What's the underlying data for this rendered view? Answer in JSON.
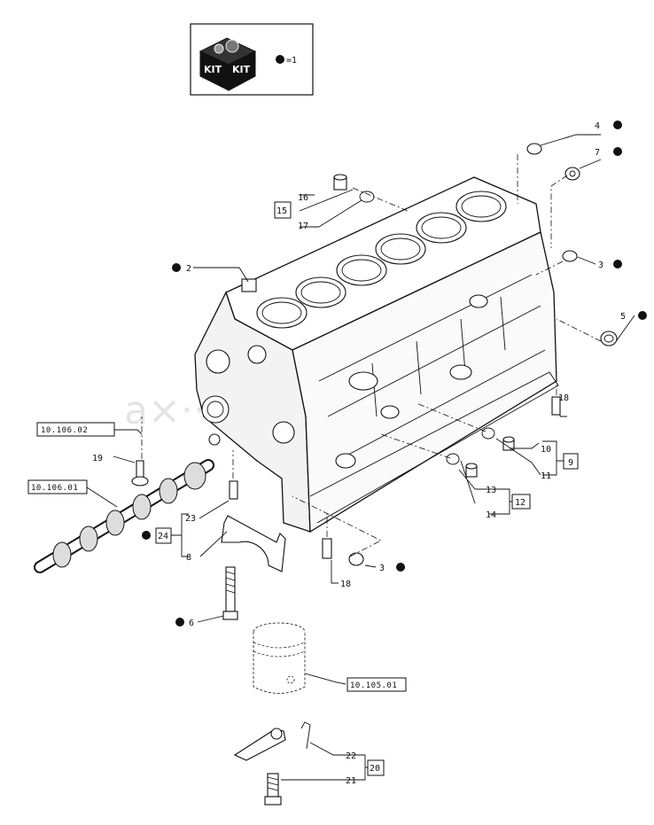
{
  "kit_legend": {
    "badge_left": "KIT",
    "badge_right": "KIT",
    "equals_text": "=1"
  },
  "watermark": "a×··········u",
  "callouts": {
    "c4": "4",
    "c7": "7",
    "c16": "16",
    "c15": "15",
    "c17": "17",
    "c2": "2",
    "c3a": "3",
    "c5": "5",
    "c18a": "18",
    "c10": "10",
    "c9": "9",
    "c11": "11",
    "c13": "13",
    "c12": "12",
    "c14": "14",
    "c19": "19",
    "c23": "23",
    "c24": "24",
    "c8": "8",
    "c3b": "3",
    "c18b": "18",
    "c6": "6",
    "c22": "22",
    "c20": "20",
    "c21": "21"
  },
  "references": {
    "r1": "10.106.02",
    "r2": "10.106.01",
    "r3": "10.105.01"
  }
}
